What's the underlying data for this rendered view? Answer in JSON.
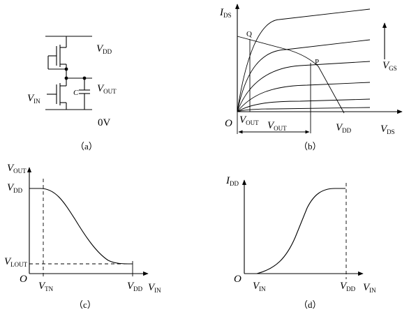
{
  "panels": {
    "a": {
      "caption": "（a）",
      "labels": {
        "vdd": {
          "main": "V",
          "sub": "DD"
        },
        "vout": {
          "main": "V",
          "sub": "OUT"
        },
        "vin": {
          "main": "V",
          "sub": "IN"
        },
        "cap": "C",
        "ground": "0V"
      }
    },
    "b": {
      "caption": "（b）",
      "labels": {
        "ids": {
          "main": "I",
          "sub": "DS"
        },
        "origin": "O",
        "q": "Q",
        "p": "P",
        "vgs": {
          "main": "V",
          "sub": "GS"
        },
        "vout1": {
          "main": "V",
          "sub": "OUT"
        },
        "vout2": {
          "main": "V",
          "sub": "OUT"
        },
        "vdd": {
          "main": "V",
          "sub": "DD"
        },
        "vds": {
          "main": "V",
          "sub": "DS"
        }
      }
    },
    "c": {
      "caption": "（c）",
      "labels": {
        "vout": {
          "main": "V",
          "sub": "OUT"
        },
        "vdd": {
          "main": "V",
          "sub": "DD"
        },
        "vlout": {
          "main": "V",
          "sub": "LOUT"
        },
        "origin": "O",
        "vtn": {
          "main": "V",
          "sub": "TN"
        },
        "vddx": {
          "main": "V",
          "sub": "DD"
        },
        "vin": {
          "main": "V",
          "sub": "IN"
        }
      }
    },
    "d": {
      "caption": "（d）",
      "labels": {
        "idd": {
          "main": "I",
          "sub": "DD"
        },
        "origin": "O",
        "vinx": {
          "main": "V",
          "sub": "IN"
        },
        "vdd": {
          "main": "V",
          "sub": "DD"
        },
        "vin": {
          "main": "V",
          "sub": "IN"
        }
      }
    }
  }
}
